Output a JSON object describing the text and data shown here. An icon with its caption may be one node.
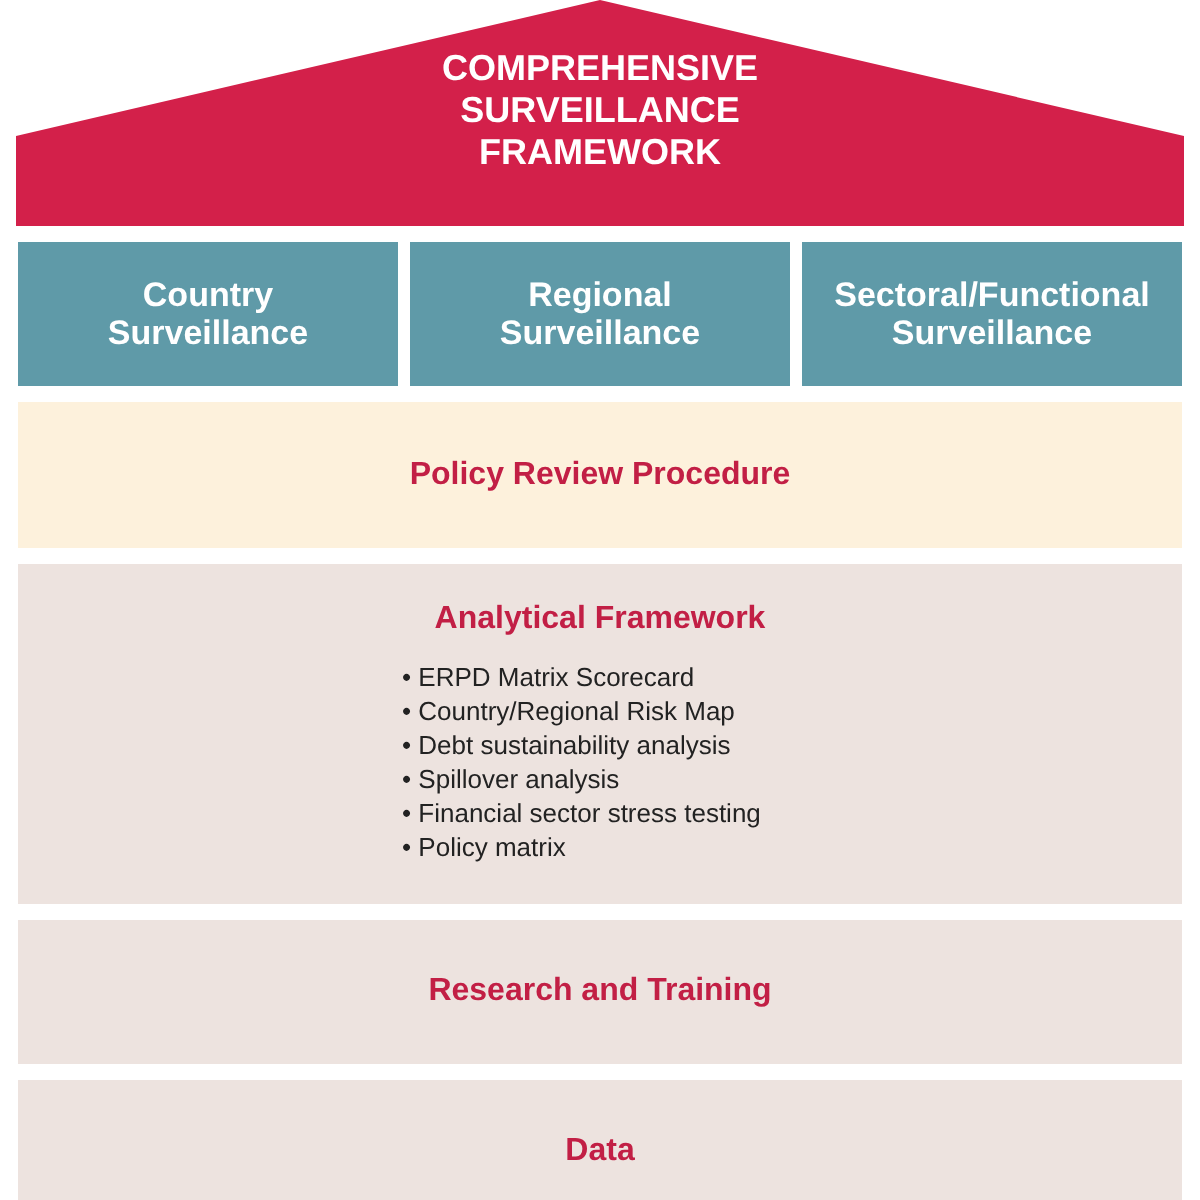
{
  "diagram": {
    "nodes": [
      {
        "text": [
          "COMPREHENSIVE SURVEILLANCE FRAMEWORK"
        ]
      },
      {
        "text": [
          "Country Surveillance"
        ]
      },
      {
        "text": [
          "Regional Surveillance"
        ]
      },
      {
        "text": [
          "Sectoral/Functional Surveillance"
        ]
      },
      {
        "text": [
          "Policy Review Procedure"
        ]
      },
      {
        "text": [
          "Analytical Framework",
          "• ERPD Matrix Scorecard",
          "• Country/Regional Risk Map",
          "• Debt sustainability analysis",
          "• Spillover analysis",
          "• Financial sector stress testing",
          "• Policy matrix"
        ]
      },
      {
        "text": [
          "Research and Training"
        ]
      },
      {
        "text": [
          "Data"
        ]
      }
    ]
  }
}
